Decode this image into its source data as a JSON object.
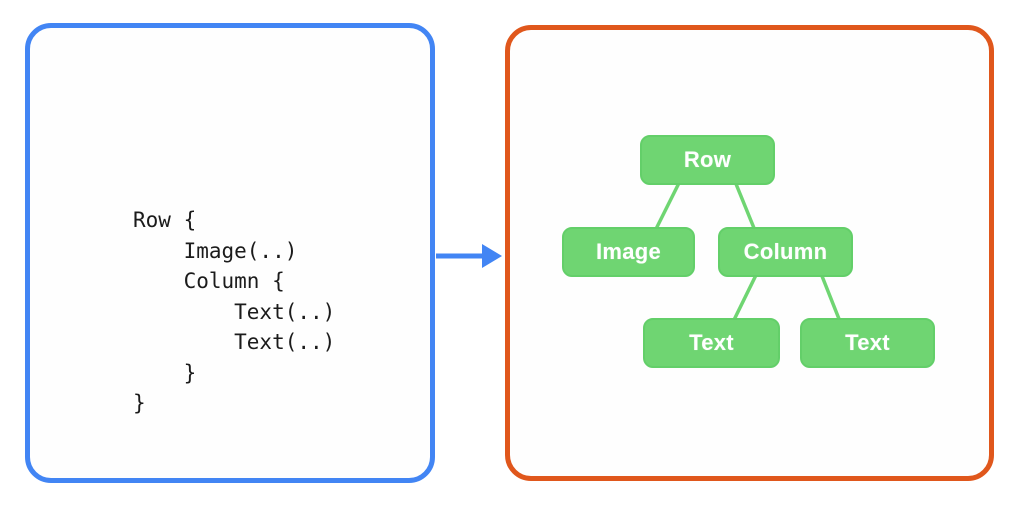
{
  "colors": {
    "code_panel_border": "#4285F4",
    "arrow_blue": "#4285F4",
    "tree_panel_border": "#E0571C",
    "node_fill": "#6FD572",
    "node_text": "#FFFFFF",
    "edge_green": "#6FD572",
    "code_text": "#1B1B1B",
    "background": "#FFFFFF"
  },
  "code_panel": {
    "language": "compose-dsl",
    "lines": [
      "Row {",
      "    Image(..)",
      "    Column {",
      "        Text(..)",
      "        Text(..)",
      "    }",
      "}"
    ]
  },
  "arrow": {
    "direction": "right"
  },
  "tree": {
    "nodes": [
      {
        "id": "row",
        "label": "Row"
      },
      {
        "id": "image",
        "label": "Image"
      },
      {
        "id": "column",
        "label": "Column"
      },
      {
        "id": "text-1",
        "label": "Text"
      },
      {
        "id": "text-2",
        "label": "Text"
      }
    ],
    "edges": [
      {
        "from": "row",
        "to": "image"
      },
      {
        "from": "row",
        "to": "column"
      },
      {
        "from": "column",
        "to": "text-1"
      },
      {
        "from": "column",
        "to": "text-2"
      }
    ]
  }
}
